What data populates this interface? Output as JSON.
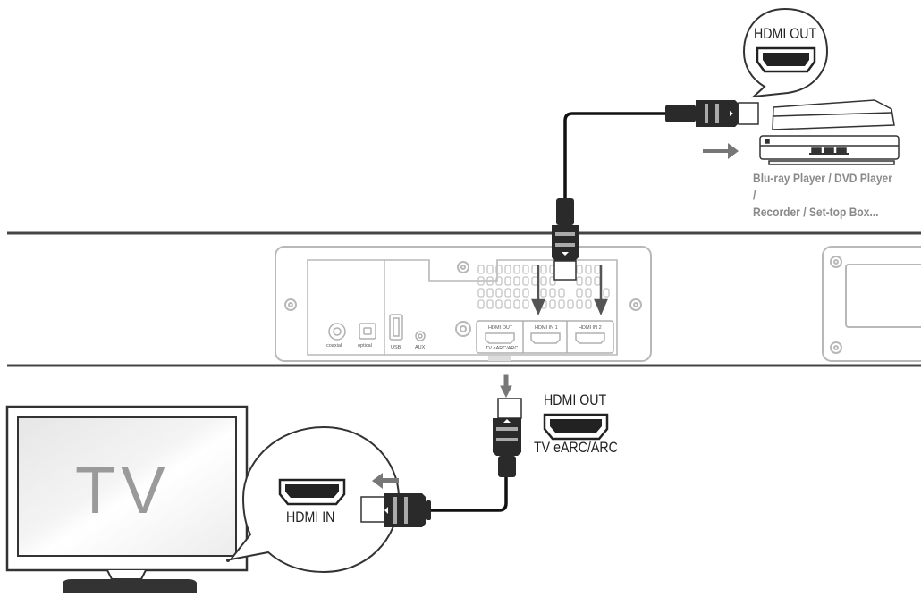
{
  "source_callout": {
    "port_label": "HDMI OUT"
  },
  "source_device": {
    "caption_line1": "Blu-ray Player / DVD Player /",
    "caption_line2": "Recorder / Set-top Box..."
  },
  "soundbar": {
    "port_labels": [
      "coaxial",
      "optical",
      "USB",
      "AUX"
    ],
    "hdmi_labels": {
      "out": "HDMI OUT",
      "out_sub": "TV eARC/ARC",
      "in1": "HDMI IN 1",
      "in2": "HDMI IN 2"
    }
  },
  "tv_port_callout": {
    "label": "HDMI OUT",
    "sub": "TV eARC/ARC"
  },
  "tv": {
    "screen_text": "TV",
    "callout_label": "HDMI IN"
  },
  "colors": {
    "line": "#222222",
    "light_line": "#b8b8b8",
    "arrow": "#777777",
    "cable": "#111111"
  }
}
